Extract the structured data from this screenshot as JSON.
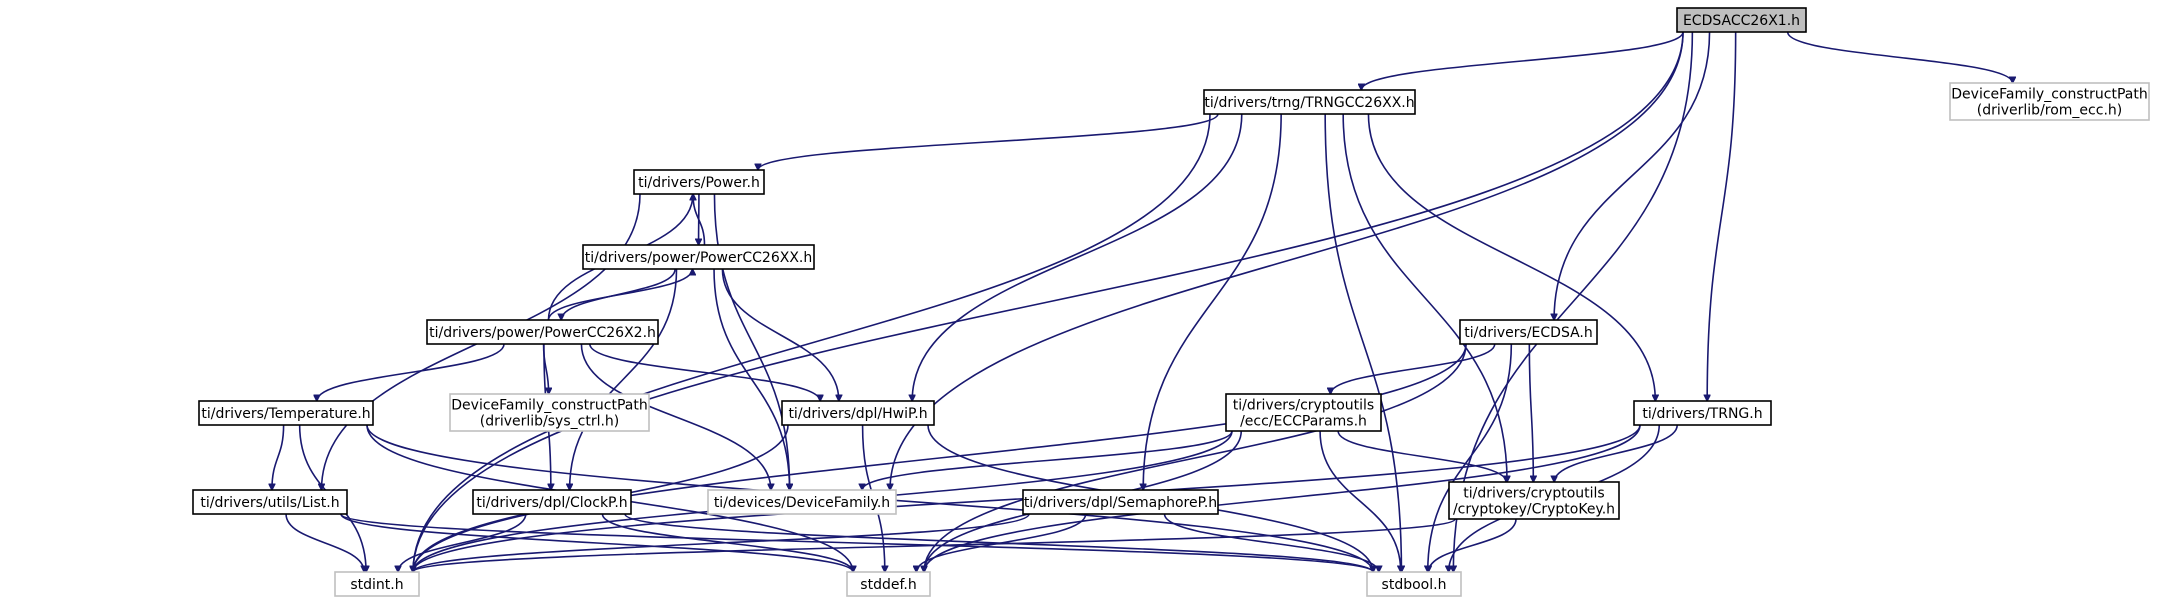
{
  "colors": {
    "edge": "#191970",
    "root_fill": "#bfbfbf",
    "node_border": "#000000",
    "external_border": "#bfbfbf",
    "background": "#ffffff"
  },
  "nodes": {
    "root": {
      "lines": [
        "ECDSACC26X1.h"
      ],
      "style": "root"
    },
    "trng_cc26xx": {
      "lines": [
        "ti/drivers/trng/TRNGCC26XX.h"
      ],
      "style": "normal"
    },
    "devfam_rom_ecc": {
      "lines": [
        "DeviceFamily_constructPath",
        "(driverlib/rom_ecc.h)"
      ],
      "style": "external"
    },
    "power": {
      "lines": [
        "ti/drivers/Power.h"
      ],
      "style": "normal"
    },
    "power_cc26xx": {
      "lines": [
        "ti/drivers/power/PowerCC26XX.h"
      ],
      "style": "normal"
    },
    "power_cc26x2": {
      "lines": [
        "ti/drivers/power/PowerCC26X2.h"
      ],
      "style": "normal"
    },
    "ecdsa": {
      "lines": [
        "ti/drivers/ECDSA.h"
      ],
      "style": "normal"
    },
    "temperature": {
      "lines": [
        "ti/drivers/Temperature.h"
      ],
      "style": "normal"
    },
    "devfam_sys_ctrl": {
      "lines": [
        "DeviceFamily_constructPath",
        "(driverlib/sys_ctrl.h)"
      ],
      "style": "external"
    },
    "hwip": {
      "lines": [
        "ti/drivers/dpl/HwiP.h"
      ],
      "style": "normal"
    },
    "ecc_params": {
      "lines": [
        "ti/drivers/cryptoutils",
        "/ecc/ECCParams.h"
      ],
      "style": "normal"
    },
    "trng": {
      "lines": [
        "ti/drivers/TRNG.h"
      ],
      "style": "normal"
    },
    "list": {
      "lines": [
        "ti/drivers/utils/List.h"
      ],
      "style": "normal"
    },
    "clockp": {
      "lines": [
        "ti/drivers/dpl/ClockP.h"
      ],
      "style": "normal"
    },
    "device_family": {
      "lines": [
        "ti/devices/DeviceFamily.h"
      ],
      "style": "external"
    },
    "semaphorep": {
      "lines": [
        "ti/drivers/dpl/SemaphoreP.h"
      ],
      "style": "normal"
    },
    "cryptokey": {
      "lines": [
        "ti/drivers/cryptoutils",
        "/cryptokey/CryptoKey.h"
      ],
      "style": "normal"
    },
    "stdint": {
      "lines": [
        "stdint.h"
      ],
      "style": "external"
    },
    "stddef": {
      "lines": [
        "stddef.h"
      ],
      "style": "external"
    },
    "stdbool": {
      "lines": [
        "stdbool.h"
      ],
      "style": "external"
    }
  },
  "edges": [
    [
      "root",
      "trng_cc26xx"
    ],
    [
      "root",
      "devfam_rom_ecc"
    ],
    [
      "root",
      "ecdsa"
    ],
    [
      "root",
      "trng"
    ],
    [
      "root",
      "device_family"
    ],
    [
      "root",
      "stdint"
    ],
    [
      "root",
      "stdbool"
    ],
    [
      "trng_cc26xx",
      "power"
    ],
    [
      "trng_cc26xx",
      "hwip"
    ],
    [
      "trng_cc26xx",
      "semaphorep"
    ],
    [
      "trng_cc26xx",
      "trng"
    ],
    [
      "trng_cc26xx",
      "cryptokey"
    ],
    [
      "trng_cc26xx",
      "stdint"
    ],
    [
      "trng_cc26xx",
      "stdbool"
    ],
    [
      "power",
      "power_cc26xx"
    ],
    [
      "power",
      "list"
    ],
    [
      "power",
      "device_family"
    ],
    [
      "power_cc26xx",
      "power"
    ],
    [
      "power_cc26xx",
      "power_cc26x2"
    ],
    [
      "power_cc26xx",
      "hwip"
    ],
    [
      "power_cc26xx",
      "clockp"
    ],
    [
      "power_cc26xx",
      "device_family"
    ],
    [
      "power_cc26x2",
      "power"
    ],
    [
      "power_cc26x2",
      "power_cc26xx"
    ],
    [
      "power_cc26x2",
      "temperature"
    ],
    [
      "power_cc26x2",
      "devfam_sys_ctrl"
    ],
    [
      "power_cc26x2",
      "hwip"
    ],
    [
      "power_cc26x2",
      "clockp"
    ],
    [
      "power_cc26x2",
      "device_family"
    ],
    [
      "ecdsa",
      "ecc_params"
    ],
    [
      "ecdsa",
      "cryptokey"
    ],
    [
      "ecdsa",
      "stdint"
    ],
    [
      "ecdsa",
      "stddef"
    ],
    [
      "ecdsa",
      "stdbool"
    ],
    [
      "temperature",
      "list"
    ],
    [
      "temperature",
      "stdint"
    ],
    [
      "temperature",
      "stddef"
    ],
    [
      "temperature",
      "stdbool"
    ],
    [
      "hwip",
      "stdint"
    ],
    [
      "hwip",
      "stddef"
    ],
    [
      "hwip",
      "stdbool"
    ],
    [
      "ecc_params",
      "cryptokey"
    ],
    [
      "ecc_params",
      "device_family"
    ],
    [
      "ecc_params",
      "stdint"
    ],
    [
      "ecc_params",
      "stddef"
    ],
    [
      "ecc_params",
      "stdbool"
    ],
    [
      "trng",
      "cryptokey"
    ],
    [
      "trng",
      "stdint"
    ],
    [
      "trng",
      "stddef"
    ],
    [
      "trng",
      "stdbool"
    ],
    [
      "list",
      "stdint"
    ],
    [
      "list",
      "stddef"
    ],
    [
      "list",
      "stdbool"
    ],
    [
      "clockp",
      "stdint"
    ],
    [
      "clockp",
      "stddef"
    ],
    [
      "clockp",
      "stdbool"
    ],
    [
      "semaphorep",
      "stdint"
    ],
    [
      "semaphorep",
      "stddef"
    ],
    [
      "semaphorep",
      "stdbool"
    ],
    [
      "cryptokey",
      "stdint"
    ],
    [
      "cryptokey",
      "stdbool"
    ]
  ]
}
